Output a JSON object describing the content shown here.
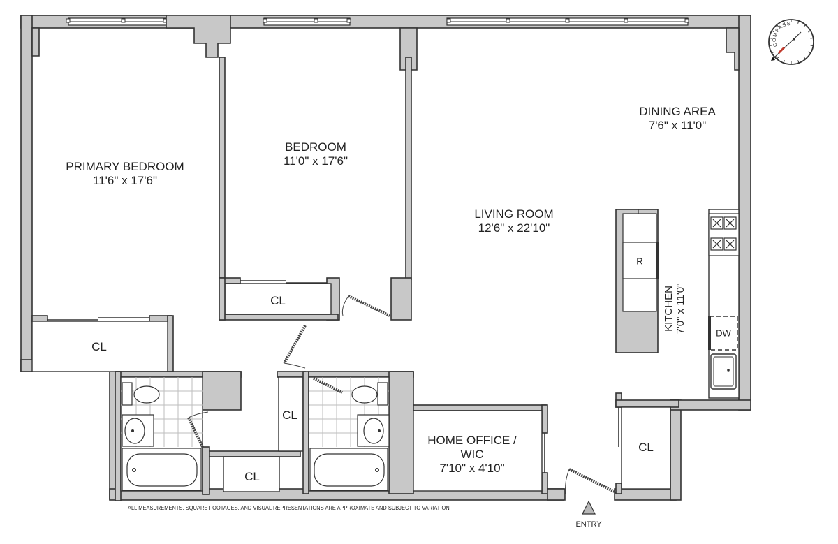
{
  "rooms": {
    "primary_bedroom": {
      "name": "PRIMARY BEDROOM",
      "dims": "11'6\" x 17'6\""
    },
    "bedroom": {
      "name": "BEDROOM",
      "dims": "11'0\" x 17'6\""
    },
    "living_room": {
      "name": "LIVING ROOM",
      "dims": "12'6\" x 22'10\""
    },
    "dining_area": {
      "name": "DINING AREA",
      "dims": "7'6\" x 11'0\""
    },
    "kitchen": {
      "name": "KITCHEN",
      "dims": "7'0\" x 11'0\""
    },
    "home_office": {
      "name": "HOME OFFICE /",
      "name2": "WIC",
      "dims": "7'10\" x 4'10\""
    }
  },
  "closets": {
    "primary_cl": "CL",
    "bedroom_cl": "CL",
    "hall_cl_vertical": "CL",
    "hall_cl_bottom": "CL",
    "entry_cl": "CL"
  },
  "appliances": {
    "refrigerator": "R",
    "dishwasher": "DW"
  },
  "compass": {
    "label": "COMPASS"
  },
  "entry": {
    "label": "ENTRY"
  },
  "disclaimer": "ALL MEASUREMENTS, SQUARE FOOTAGES, AND VISUAL REPRESENTATIONS ARE APPROXIMATE AND SUBJECT TO VARIATION",
  "colors": {
    "wall_fill": "#c8c8c8",
    "line": "#333333",
    "compass_accent": "#c0392b"
  }
}
